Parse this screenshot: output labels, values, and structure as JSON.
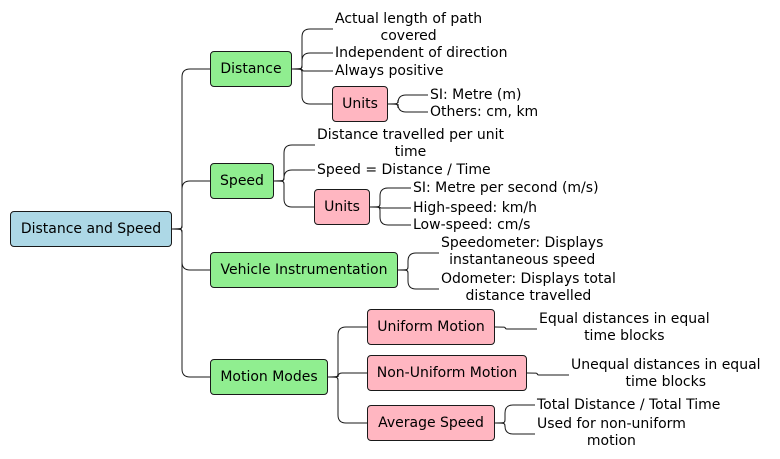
{
  "root": {
    "label": "Distance and Speed",
    "color": "#add8e6"
  },
  "colors": {
    "branch": "#90ee90",
    "sub": "#ffb6c1"
  },
  "branches": [
    {
      "label": "Distance",
      "leaves": [
        "Actual length of path\ncovered",
        "Independent of direction",
        "Always positive"
      ],
      "sub": [
        {
          "label": "Units",
          "leaves": [
            "SI: Metre (m)",
            "Others: cm, km"
          ]
        }
      ]
    },
    {
      "label": "Speed",
      "leaves": [
        "Distance travelled per unit\ntime",
        "Speed = Distance / Time"
      ],
      "sub": [
        {
          "label": "Units",
          "leaves": [
            "SI: Metre per second (m/s)",
            "High-speed: km/h",
            "Low-speed: cm/s"
          ]
        }
      ]
    },
    {
      "label": "Vehicle Instrumentation",
      "leaves": [
        "Speedometer: Displays\ninstantaneous speed",
        "Odometer: Displays total\ndistance travelled"
      ],
      "sub": []
    },
    {
      "label": "Motion Modes",
      "leaves": [],
      "sub": [
        {
          "label": "Uniform Motion",
          "leaves": [
            "Equal distances in equal\ntime blocks"
          ]
        },
        {
          "label": "Non-Uniform Motion",
          "leaves": [
            "Unequal distances in equal\ntime blocks"
          ]
        },
        {
          "label": "Average Speed",
          "leaves": [
            "Total Distance / Total Time",
            "Used for non-uniform\nmotion"
          ]
        }
      ]
    }
  ]
}
